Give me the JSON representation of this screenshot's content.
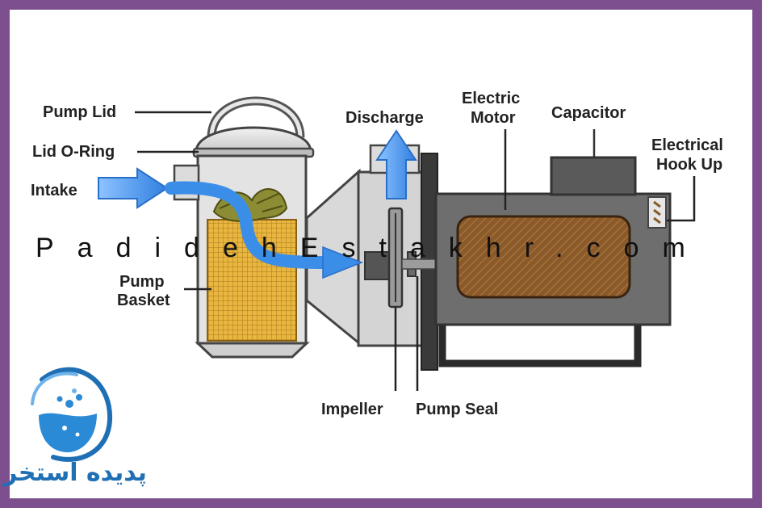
{
  "labels": {
    "pump_lid": "Pump Lid",
    "lid_o_ring": "Lid O-Ring",
    "intake": "Intake",
    "pump_basket_1": "Pump",
    "pump_basket_2": "Basket",
    "discharge": "Discharge",
    "electric_motor_1": "Electric",
    "electric_motor_2": "Motor",
    "capacitor": "Capacitor",
    "electrical_hookup_1": "Electrical",
    "electrical_hookup_2": "Hook Up",
    "impeller": "Impeller",
    "pump_seal": "Pump Seal"
  },
  "watermark": "PadidehEstakhr.com",
  "logo": {
    "text": "پدیده استخر"
  },
  "colors": {
    "frame": "#7d4f8f",
    "flow_arrow": "#3b8ee8",
    "basket": "#e9b640",
    "motor_winding": "#8a5a2b",
    "motor_housing": "#6e6e6e",
    "pump_body": "#d4d4d4",
    "logo": "#1f6fb5"
  }
}
